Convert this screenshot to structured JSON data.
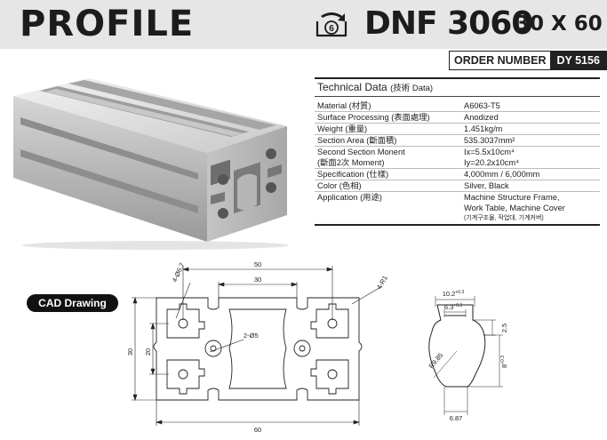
{
  "header": {
    "title": "PROFILE",
    "model_code": "DNF 3060",
    "model_size": "30 X 60",
    "series_icon_number": "6"
  },
  "order": {
    "label": "ORDER NUMBER",
    "value": "DY 5156"
  },
  "tech": {
    "title": "Technical Data",
    "title_sub": "(技術 Data)",
    "rows": [
      {
        "key": "Material (材質)",
        "value": "A6063-T5"
      },
      {
        "key": "Surface Processing (表面處理)",
        "value": "Anodized"
      },
      {
        "key": "Weight (重量)",
        "value": "1.451kg/m"
      },
      {
        "key": "Section Area (斷面積)",
        "value": "535.3037mm²"
      },
      {
        "key": "Second Section Monent",
        "value": "Ix=5.5x10cm⁴"
      },
      {
        "key": "(斷面2次 Moment)",
        "value": "Iy=20.2x10cm⁴"
      },
      {
        "key": "Specification (仕樣)",
        "value": "4,000mm / 6,000mm"
      },
      {
        "key": "Color (色相)",
        "value": "Silver, Black"
      },
      {
        "key": "Application (用途)",
        "value": "Machine Structure Frame,",
        "value2": "Work Table, Machine Cover",
        "value3": "(기계구조물, 작업대, 기계커버)"
      }
    ]
  },
  "cad": {
    "badge": "CAD Drawing",
    "dims": {
      "w_total": "50",
      "w_inner": "30",
      "w_bottom": "60",
      "h_total": "30",
      "h_inner": "20",
      "hole": "2-Ø5",
      "corner_r": "4-R1",
      "center_d": "4-Ø6.7"
    }
  },
  "slot": {
    "dims": {
      "top": "10.2",
      "top_tol": "+0.3",
      "mid": "6.3",
      "mid_tol": "+0.3",
      "right_top": "2.5",
      "right_bottom": "8",
      "right_tol": "+0.3",
      "radius": "R9.85",
      "bottom": "6.87"
    }
  }
}
